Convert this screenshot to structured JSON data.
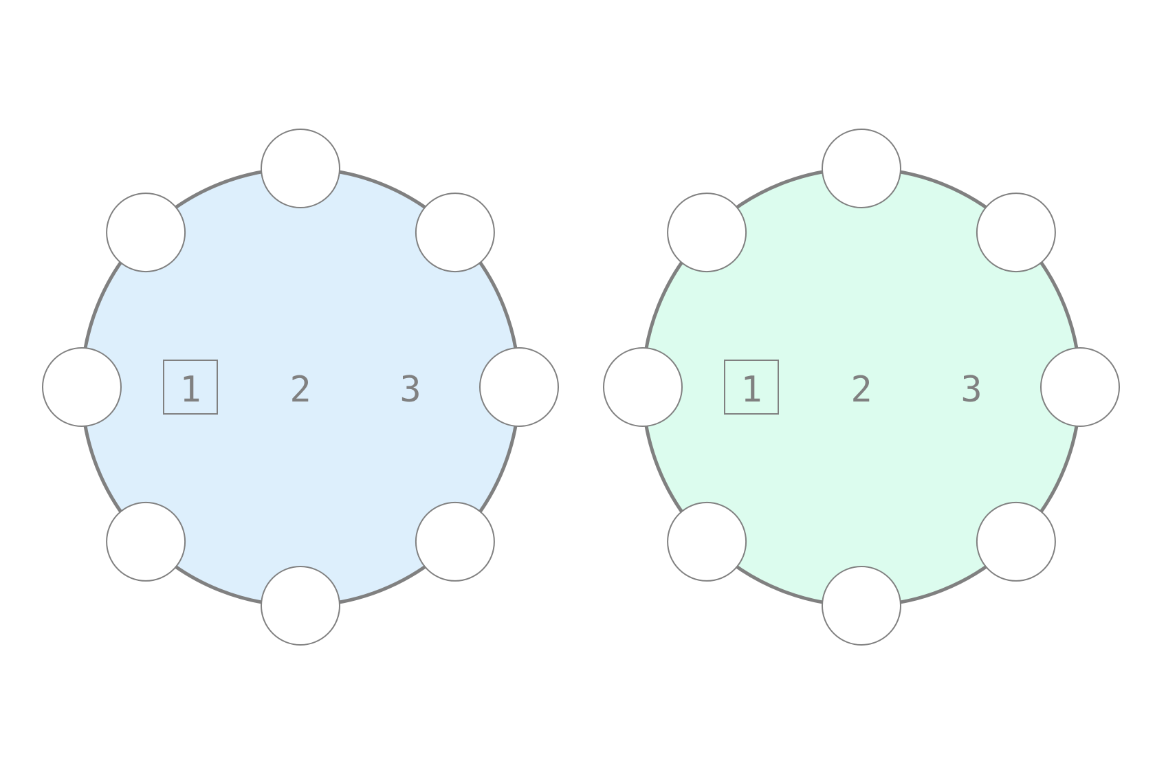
{
  "wheels": [
    {
      "id": "left",
      "fill": "#DDEFFC",
      "slots": 8,
      "numbers": [
        {
          "label": "1",
          "selected": true
        },
        {
          "label": "2",
          "selected": false
        },
        {
          "label": "3",
          "selected": false
        }
      ]
    },
    {
      "id": "right",
      "fill": "#DCFCEE",
      "slots": 8,
      "numbers": [
        {
          "label": "1",
          "selected": true
        },
        {
          "label": "2",
          "selected": false
        },
        {
          "label": "3",
          "selected": false
        }
      ]
    }
  ],
  "colors": {
    "stroke": "#808080",
    "slot_fill": "#ffffff"
  }
}
